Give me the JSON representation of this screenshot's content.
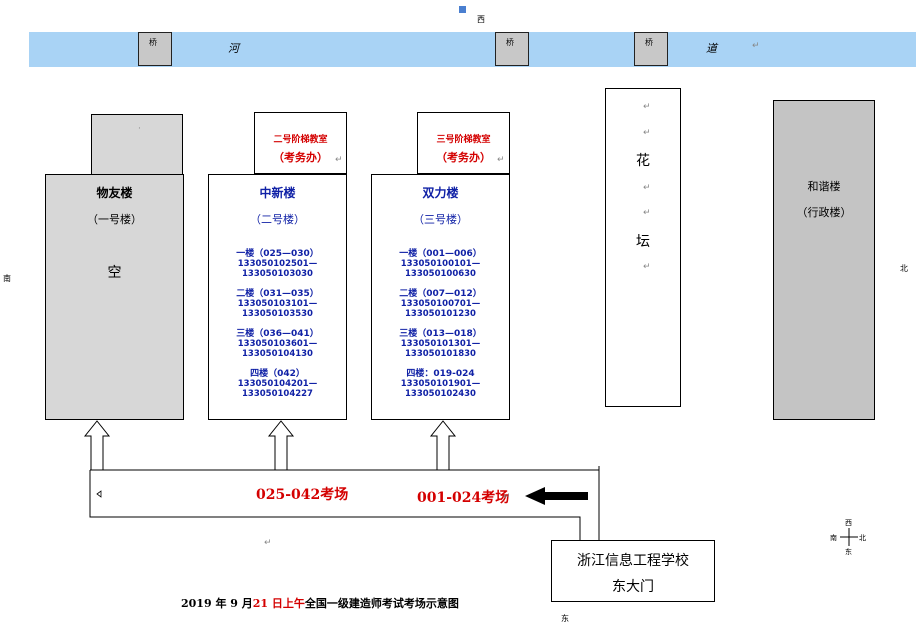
{
  "compass_top": "西",
  "river": {
    "bridge_label": "桥",
    "char_1": "河",
    "char_2": "道"
  },
  "side_labels": {
    "left": "南",
    "right": "北",
    "bottom": "东"
  },
  "buildings": {
    "wuyou": {
      "name": "物友楼",
      "sub": "（一号楼）",
      "status": "空"
    },
    "zhongxin": {
      "name": "中新楼",
      "sub": "（二号楼）",
      "annex_title": "二号阶梯教室",
      "annex_sub": "（考务办）",
      "floors": [
        {
          "label": "一楼（025—030）",
          "range": "133050102501—133050103030"
        },
        {
          "label": "二楼（031—035）",
          "range": "133050103101—133050103530"
        },
        {
          "label": "三楼（036—041）",
          "range": "133050103601—133050104130"
        },
        {
          "label": "四楼（042）",
          "range": "133050104201—133050104227"
        }
      ]
    },
    "shuangli": {
      "name": "双力楼",
      "sub": "（三号楼）",
      "annex_title": "三号阶梯教室",
      "annex_sub": "（考务办）",
      "floors": [
        {
          "label": "一楼（001—006）",
          "range": "133050100101—133050100630"
        },
        {
          "label": "二楼（007—012）",
          "range": "133050100701—133050101230"
        },
        {
          "label": "三楼（013—018）",
          "range": "133050101301—133050101830"
        },
        {
          "label": "四楼：019-024",
          "range": "133050101901—133050102430"
        }
      ]
    },
    "huatan": {
      "char_1": "花",
      "char_2": "坛"
    },
    "hexie": {
      "name": "和谐楼",
      "sub": "（行政楼）"
    }
  },
  "route": {
    "label_left": "025-042考场",
    "label_right": "001-024考场"
  },
  "gate": {
    "line1": "浙江信息工程学校",
    "line2": "东大门"
  },
  "compass": {
    "n": "西",
    "s": "东",
    "w": "南",
    "e": "北"
  },
  "caption": {
    "part1": "2019 年 9 月",
    "part2": "21 日上午",
    "part3": "全国一级建造师考试考场示意图"
  },
  "colors": {
    "river": "#a9d3f5",
    "building_fill": "#d7d7d7",
    "text_blue": "#1021a6",
    "text_red": "#d40000"
  }
}
